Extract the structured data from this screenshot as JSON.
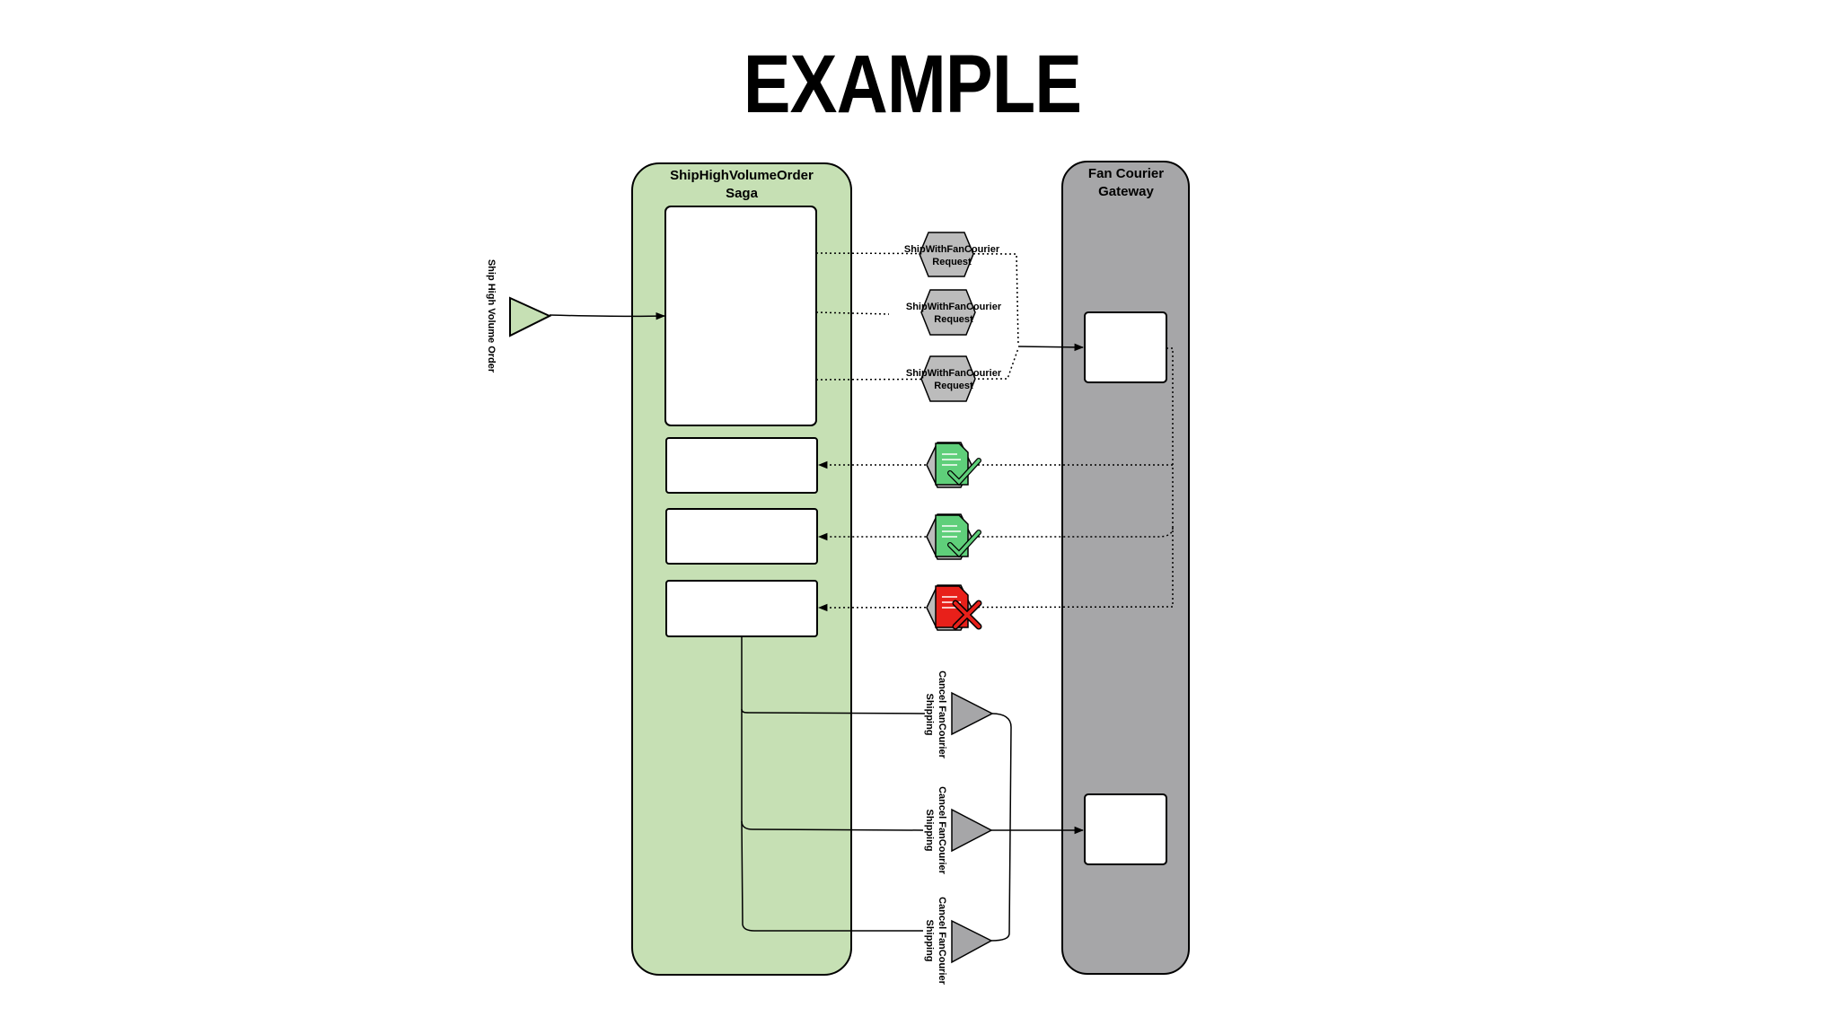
{
  "title": "EXAMPLE",
  "saga_lane": {
    "title_line1": "ShipHighVolumeOrder",
    "title_line2": "Saga",
    "fill": "#c6e0b4"
  },
  "gateway_lane": {
    "title_line1": "Fan Courier",
    "title_line2": "Gateway",
    "fill": "#a6a6a8"
  },
  "trigger": {
    "label": "Ship High Volume Order",
    "icon": "triangle-event-icon"
  },
  "requests": [
    {
      "line1": "ShipWithFanCourier",
      "line2": "Request",
      "icon": "hexagon-message-icon"
    },
    {
      "line1": "ShipWithFanCourier",
      "line2": "Request",
      "icon": "hexagon-message-icon"
    },
    {
      "line1": "ShipWithFanCourier",
      "line2": "Request",
      "icon": "hexagon-message-icon"
    }
  ],
  "responses": [
    {
      "status": "success",
      "icon": "document-check-icon",
      "color": "#5fcf7a"
    },
    {
      "status": "success",
      "icon": "document-check-icon",
      "color": "#5fcf7a"
    },
    {
      "status": "failure",
      "icon": "document-cross-icon",
      "color": "#e8201a"
    }
  ],
  "cancels": [
    {
      "line1": "Cancel FanCourier",
      "line2": "Shipping",
      "icon": "triangle-command-icon"
    },
    {
      "line1": "Cancel FanCourier",
      "line2": "Shipping",
      "icon": "triangle-command-icon"
    },
    {
      "line1": "Cancel FanCourier",
      "line2": "Shipping",
      "icon": "triangle-command-icon"
    }
  ],
  "colors": {
    "saga_green": "#c6e0b4",
    "gateway_gray": "#a6a6a8",
    "message_gray": "#bcbcbc",
    "success_green": "#5fcf7a",
    "failure_red": "#e8201a"
  }
}
